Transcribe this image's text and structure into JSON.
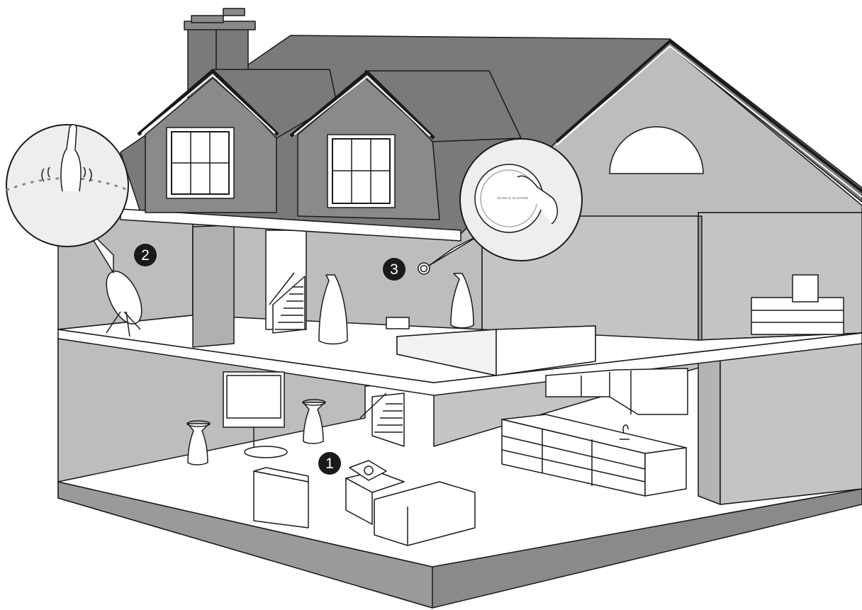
{
  "markers": [
    {
      "id": "1",
      "label": "1"
    },
    {
      "id": "2",
      "label": "2"
    },
    {
      "id": "3",
      "label": "3"
    }
  ],
  "brand_label": "BANG & OLUFSEN",
  "colors": {
    "roof": "#767676",
    "roof_dark": "#6a6a6a",
    "wall_gray": "#bcbcbc",
    "wall_dark": "#9e9e9e",
    "floor": "#ffffff",
    "outline": "#1a1a1a",
    "marker_fill": "#1a1a1a",
    "callout_fill": "#eeeeee"
  }
}
